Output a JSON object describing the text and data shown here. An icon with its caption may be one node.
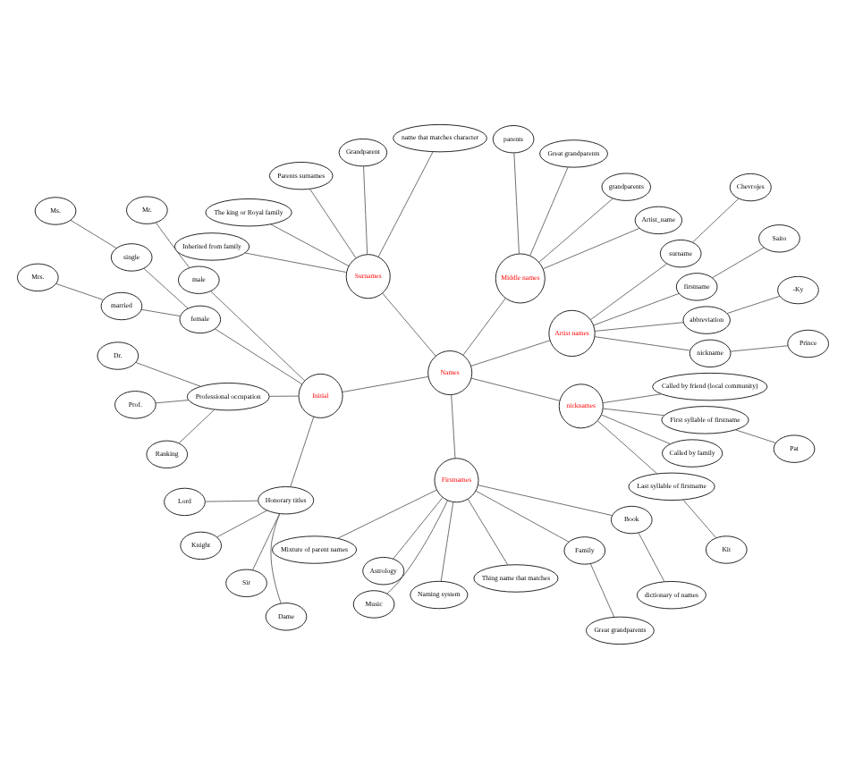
{
  "diagram": {
    "nodes": [
      {
        "text": [
          "Names"
        ]
      },
      {
        "text": [
          "Artist names"
        ]
      },
      {
        "text": [
          "Prince"
        ]
      },
      {
        "text": [
          "-Ky"
        ]
      },
      {
        "text": [
          "Chevrojes"
        ]
      },
      {
        "text": [
          "nickname"
        ]
      },
      {
        "text": [
          "abbreviation"
        ]
      },
      {
        "text": [
          "Saito"
        ]
      },
      {
        "text": [
          "firstname"
        ]
      },
      {
        "text": [
          "surname"
        ]
      },
      {
        "text": [
          "Middle names"
        ]
      },
      {
        "text": [
          "Artist_name"
        ]
      },
      {
        "text": [
          "grandparents"
        ]
      },
      {
        "text": [
          "Great grandparents"
        ]
      },
      {
        "text": [
          "parents"
        ]
      },
      {
        "text": [
          "Surnames"
        ]
      },
      {
        "text": [
          "name that matches character"
        ]
      },
      {
        "text": [
          "Grandparent"
        ]
      },
      {
        "text": [
          "Parents surnames"
        ]
      },
      {
        "text": [
          "The king or Royal family"
        ]
      },
      {
        "text": [
          "Inherited from family"
        ]
      },
      {
        "text": [
          "Initial"
        ]
      },
      {
        "text": [
          "Mr."
        ]
      },
      {
        "text": [
          "Ms."
        ]
      },
      {
        "text": [
          "single"
        ]
      },
      {
        "text": [
          "Mrs."
        ]
      },
      {
        "text": [
          "male"
        ]
      },
      {
        "text": [
          "female"
        ]
      },
      {
        "text": [
          "married"
        ]
      },
      {
        "text": [
          "Dr."
        ]
      },
      {
        "text": [
          "Prof."
        ]
      },
      {
        "text": [
          "Professional occupation"
        ]
      },
      {
        "text": [
          "Ranking"
        ]
      },
      {
        "text": [
          "Honorary titles"
        ]
      },
      {
        "text": [
          "Lord"
        ]
      },
      {
        "text": [
          "Knight"
        ]
      },
      {
        "text": [
          "Sir"
        ]
      },
      {
        "text": [
          "Dame"
        ]
      },
      {
        "text": [
          "Firstnames"
        ]
      },
      {
        "text": [
          "Mixture of parent names"
        ]
      },
      {
        "text": [
          "Astrology"
        ]
      },
      {
        "text": [
          "Music"
        ]
      },
      {
        "text": [
          "Naming system"
        ]
      },
      {
        "text": [
          "Thing name that matches"
        ]
      },
      {
        "text": [
          "Family"
        ]
      },
      {
        "text": [
          "Book"
        ]
      },
      {
        "text": [
          "Great grandparents"
        ]
      },
      {
        "text": [
          "dictionary of names"
        ]
      },
      {
        "text": [
          "nicknames"
        ]
      },
      {
        "text": [
          "Last syllable of firstname"
        ]
      },
      {
        "text": [
          "Called by family"
        ]
      },
      {
        "text": [
          "First syllable of firstname"
        ]
      },
      {
        "text": [
          "Kit"
        ]
      },
      {
        "text": [
          "Called by friend (local community)"
        ]
      },
      {
        "text": [
          "Pat"
        ]
      }
    ],
    "edges": [
      {
        "from": 0,
        "to": 1,
        "arrow": "none"
      },
      {
        "from": 1,
        "to": 5,
        "arrow": "none"
      },
      {
        "from": 1,
        "to": 6,
        "arrow": "none"
      },
      {
        "from": 1,
        "to": 8,
        "arrow": "none"
      },
      {
        "from": 1,
        "to": 9,
        "arrow": "none"
      },
      {
        "from": 5,
        "to": 2,
        "arrow": "none"
      },
      {
        "from": 6,
        "to": 3,
        "arrow": "none"
      },
      {
        "from": 9,
        "to": 4,
        "arrow": "none"
      },
      {
        "from": 8,
        "to": 7,
        "arrow": "none"
      },
      {
        "from": 0,
        "to": 10,
        "arrow": "none"
      },
      {
        "from": 10,
        "to": 11,
        "arrow": "none"
      },
      {
        "from": 10,
        "to": 12,
        "arrow": "none"
      },
      {
        "from": 10,
        "to": 13,
        "arrow": "none"
      },
      {
        "from": 10,
        "to": 14,
        "arrow": "none"
      },
      {
        "from": 0,
        "to": 15,
        "arrow": "none"
      },
      {
        "from": 15,
        "to": 16,
        "arrow": "none"
      },
      {
        "from": 15,
        "to": 17,
        "arrow": "none"
      },
      {
        "from": 15,
        "to": 18,
        "arrow": "none"
      },
      {
        "from": 15,
        "to": 19,
        "arrow": "none"
      },
      {
        "from": 15,
        "to": 20,
        "arrow": "none"
      },
      {
        "from": 0,
        "to": 21,
        "arrow": "none"
      },
      {
        "from": 21,
        "to": 26,
        "arrow": "none"
      },
      {
        "from": 26,
        "to": 22,
        "arrow": "none"
      },
      {
        "from": 21,
        "to": 27,
        "arrow": "none"
      },
      {
        "from": 27,
        "to": 24,
        "arrow": "none"
      },
      {
        "from": 24,
        "to": 23,
        "arrow": "none"
      },
      {
        "from": 27,
        "to": 28,
        "arrow": "none"
      },
      {
        "from": 28,
        "to": 25,
        "arrow": "none"
      },
      {
        "from": 21,
        "to": 31,
        "arrow": "none"
      },
      {
        "from": 31,
        "to": 29,
        "arrow": "none"
      },
      {
        "from": 31,
        "to": 30,
        "arrow": "none"
      },
      {
        "from": 31,
        "to": 32,
        "arrow": "none"
      },
      {
        "from": 21,
        "to": 33,
        "arrow": "none"
      },
      {
        "from": 33,
        "to": 34,
        "arrow": "none"
      },
      {
        "from": 33,
        "to": 35,
        "arrow": "none"
      },
      {
        "from": 33,
        "to": 36,
        "arrow": "none"
      },
      {
        "from": 33,
        "to": 37,
        "arrow": "none"
      },
      {
        "from": 0,
        "to": 38,
        "arrow": "none"
      },
      {
        "from": 38,
        "to": 39,
        "arrow": "none"
      },
      {
        "from": 38,
        "to": 40,
        "arrow": "none"
      },
      {
        "from": 38,
        "to": 41,
        "arrow": "none"
      },
      {
        "from": 38,
        "to": 42,
        "arrow": "none"
      },
      {
        "from": 38,
        "to": 43,
        "arrow": "none"
      },
      {
        "from": 38,
        "to": 44,
        "arrow": "none"
      },
      {
        "from": 38,
        "to": 45,
        "arrow": "none"
      },
      {
        "from": 44,
        "to": 46,
        "arrow": "none"
      },
      {
        "from": 45,
        "to": 47,
        "arrow": "none"
      },
      {
        "from": 0,
        "to": 48,
        "arrow": "none"
      },
      {
        "from": 48,
        "to": 49,
        "arrow": "none"
      },
      {
        "from": 48,
        "to": 50,
        "arrow": "none"
      },
      {
        "from": 48,
        "to": 51,
        "arrow": "none"
      },
      {
        "from": 48,
        "to": 53,
        "arrow": "none"
      },
      {
        "from": 49,
        "to": 52,
        "arrow": "none"
      },
      {
        "from": 51,
        "to": 54,
        "arrow": "none"
      }
    ]
  }
}
